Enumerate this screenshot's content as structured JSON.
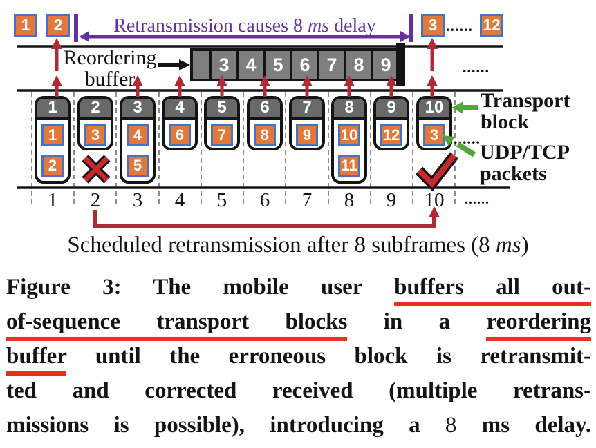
{
  "colors": {
    "packet_orange": "#E2793B",
    "packet_border_blue": "#4472C4",
    "purple": "#63339B",
    "arrow_red": "#B02A35",
    "mark_red": "#C9272E",
    "underline_red": "#EE2F1F",
    "green": "#55A63A",
    "header_gray": "#696969",
    "buffer_gray": "#7E7E7E"
  },
  "top_row": {
    "packets_left": [
      "1",
      "2"
    ],
    "delay_text": {
      "before": "Retransmission causes 8",
      "italic": "ms",
      "after": "delay"
    },
    "packet_retx": "3",
    "dots": "......",
    "packet_last": "12"
  },
  "reordering_buffer": {
    "label_line1": "Reordering",
    "label_line2": "buffer",
    "cells": [
      "",
      "3",
      "4",
      "5",
      "6",
      "7",
      "8",
      "9"
    ],
    "dots_right": "......"
  },
  "transport_blocks": [
    {
      "id": "1",
      "packets": [
        "1",
        "2"
      ]
    },
    {
      "id": "2",
      "packets": [
        "3"
      ]
    },
    {
      "id": "3",
      "packets": [
        "4",
        "5"
      ]
    },
    {
      "id": "4",
      "packets": [
        "6"
      ]
    },
    {
      "id": "5",
      "packets": [
        "7"
      ]
    },
    {
      "id": "6",
      "packets": [
        "8"
      ]
    },
    {
      "id": "7",
      "packets": [
        "9"
      ]
    },
    {
      "id": "8",
      "packets": [
        "10",
        "11"
      ]
    },
    {
      "id": "9",
      "packets": [
        "12"
      ]
    },
    {
      "id": "10",
      "packets": [
        "3"
      ]
    }
  ],
  "side_labels": {
    "transport_line1": "Transport",
    "transport_line2": "block",
    "udp_line1": "UDP/TCP",
    "udp_line2": "packets",
    "dots": "......"
  },
  "timeline": {
    "ticks": [
      "1",
      "2",
      "3",
      "4",
      "5",
      "6",
      "7",
      "8",
      "9",
      "10"
    ],
    "dots": "......"
  },
  "note": {
    "before": "Scheduled retransmission after 8 subframes (8",
    "italic": "ms",
    "after": ")"
  },
  "caption": {
    "l1a": "Figure 3: The mobile user ",
    "l1b": "buffers all out-",
    "l2a": "of-sequence transport blocks",
    "l2b": " in a ",
    "l2c": "reordering",
    "l3a": "buffer",
    "l3b": " until the erroneous block is retransmit-",
    "l4": "ted and corrected received (multiple retrans-",
    "l5a": "missions is possible), introducing a ",
    "l5b": "8",
    "l5c": " ms delay."
  }
}
